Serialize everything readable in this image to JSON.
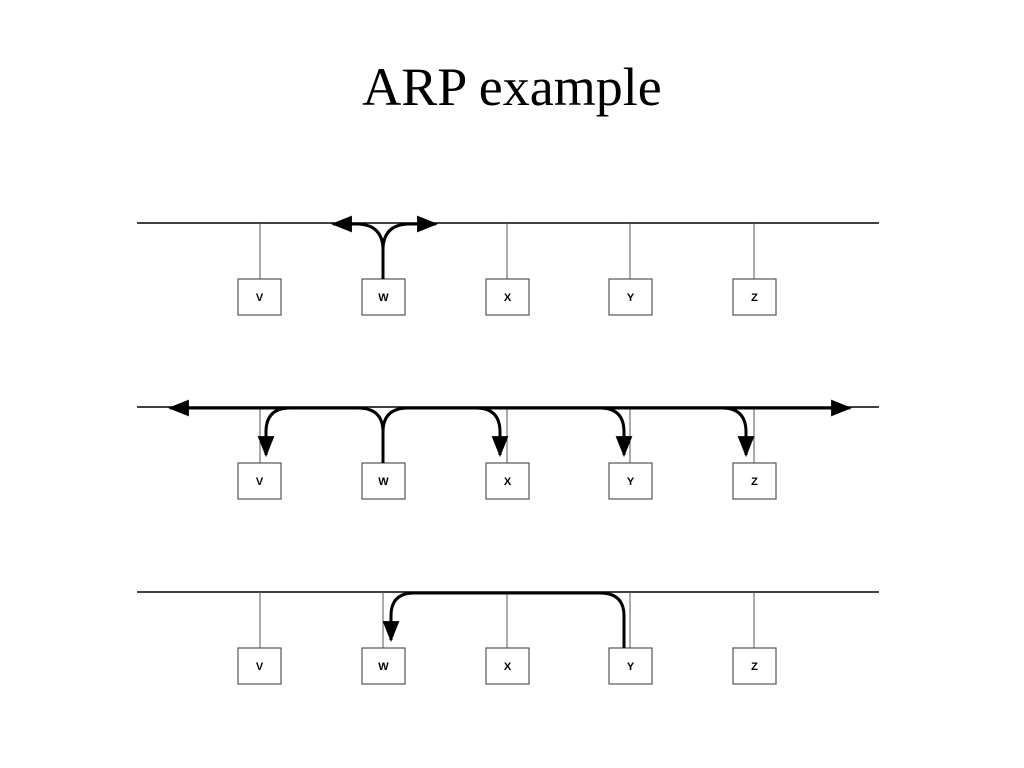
{
  "title": "ARP example",
  "colors": {
    "line": "#000000",
    "box_border": "#555555",
    "background": "#ffffff"
  },
  "panels": [
    {
      "id": "broadcast-start",
      "hosts": [
        "V",
        "W",
        "X",
        "Y",
        "Z"
      ]
    },
    {
      "id": "broadcast-delivered",
      "hosts": [
        "V",
        "W",
        "X",
        "Y",
        "Z"
      ]
    },
    {
      "id": "unicast-reply",
      "hosts": [
        "V",
        "W",
        "X",
        "Y",
        "Z"
      ]
    }
  ]
}
